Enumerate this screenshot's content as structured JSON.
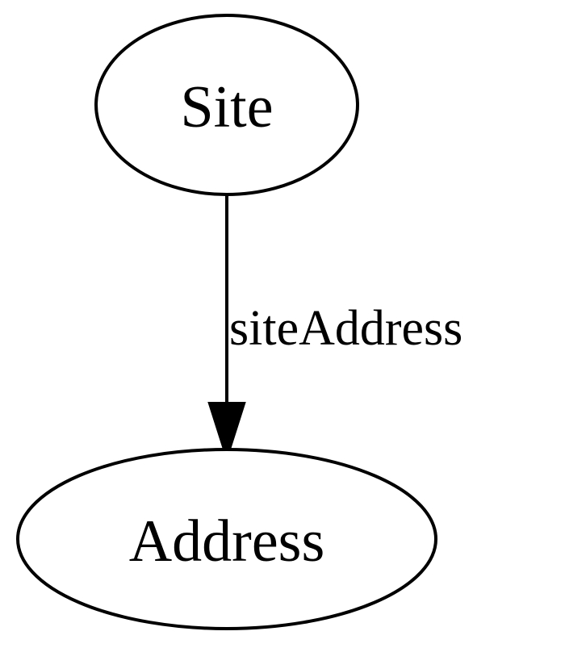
{
  "diagram": {
    "nodes": {
      "site": {
        "label": "Site"
      },
      "address": {
        "label": "Address"
      }
    },
    "edges": [
      {
        "from": "Site",
        "to": "Address",
        "label": "siteAddress"
      }
    ]
  }
}
